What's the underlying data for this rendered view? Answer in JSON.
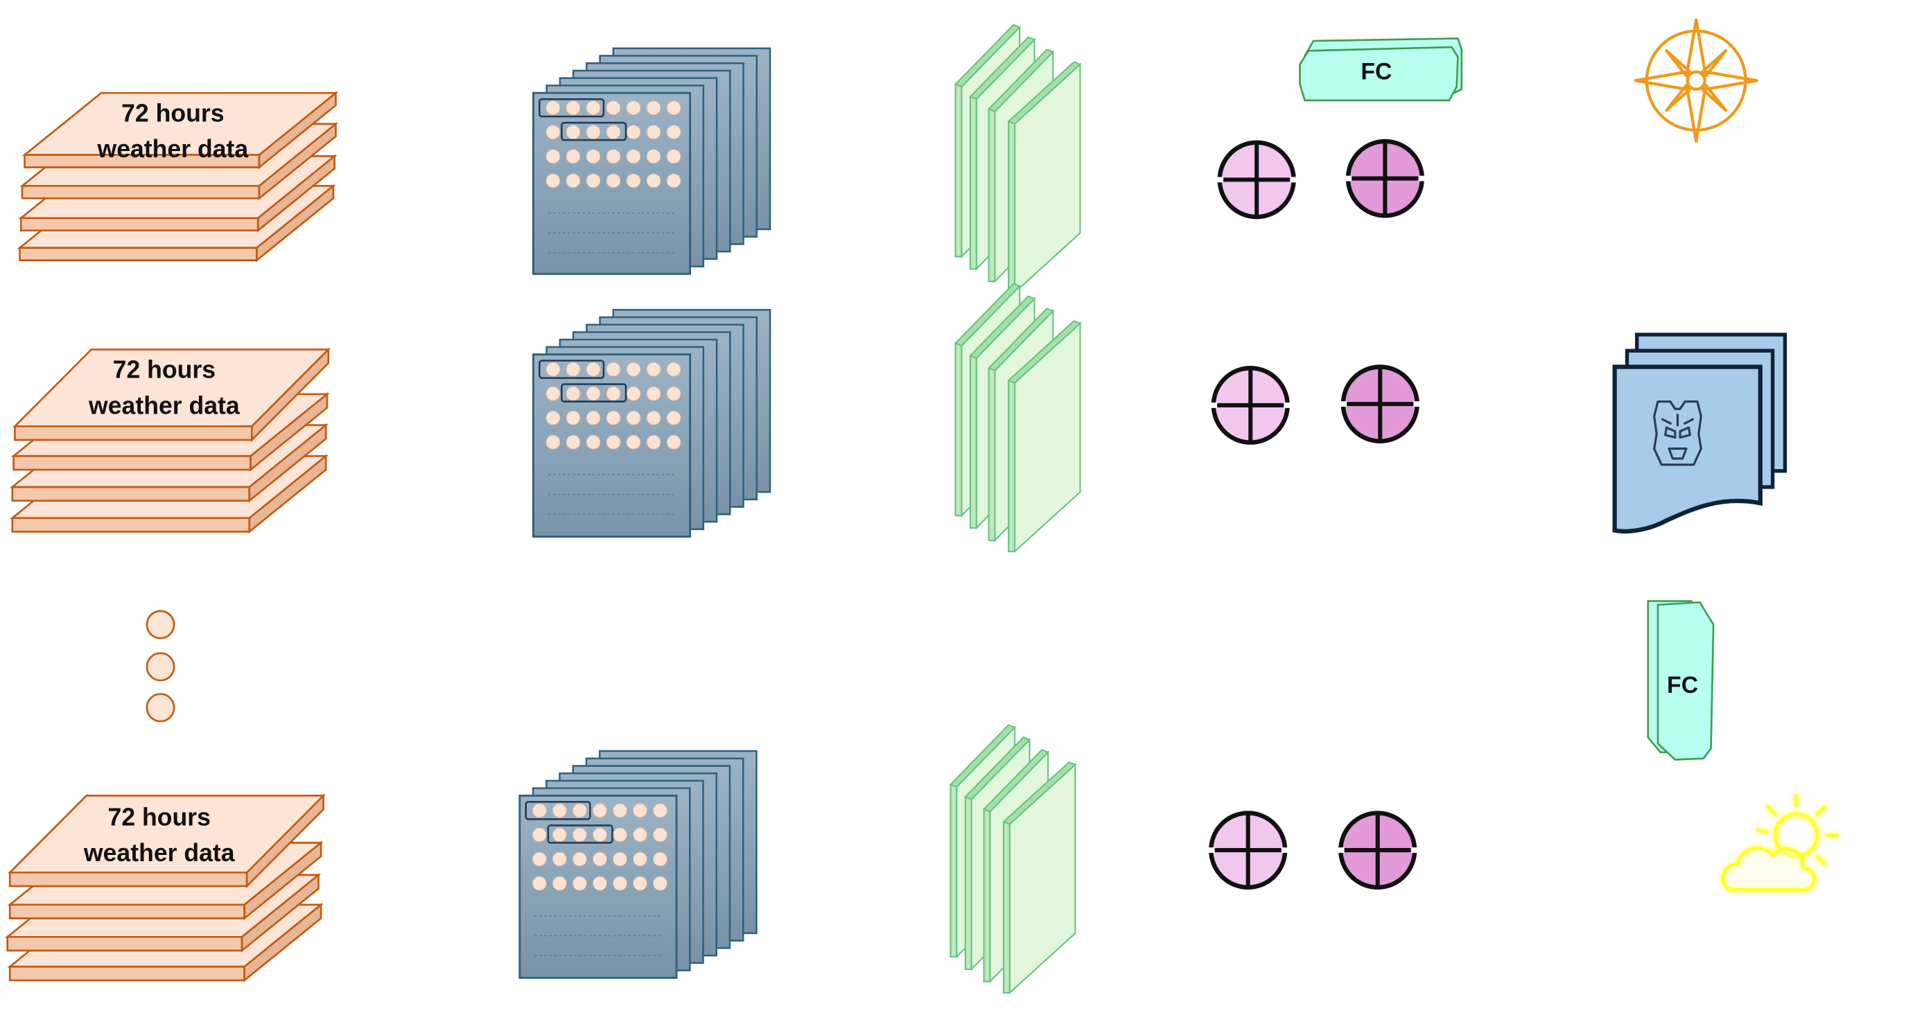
{
  "input_blocks": [
    {
      "line1": "72 hours",
      "line2": "weather data"
    },
    {
      "line1": "72 hours",
      "line2": "weather data"
    },
    {
      "line1": "72 hours",
      "line2": "weather data"
    }
  ],
  "fc_top": {
    "label": "FC"
  },
  "fc_side": {
    "label": "FC"
  },
  "icons": [
    "compass-icon",
    "transformer-doc-icon",
    "weather-sun-cloud-icon",
    "add-circle-icon",
    "ellipsis-dots-icon"
  ],
  "colors": {
    "slab_fill": "#fce4d6",
    "slab_stroke": "#c55a11",
    "matrix_fill": "#8aa4b8",
    "matrix_stroke": "#2e5f80",
    "green_fill": "#e2f6dc",
    "green_stroke": "#66c482",
    "fc_fill": "#b8fff0",
    "fc_stroke": "#3f9f4f",
    "plus_light": "#f2c7ee",
    "plus_dark": "#e29ad8",
    "compass": "#ef9a1a",
    "doc_fill": "#a8cbea",
    "doc_stroke": "#0d2338",
    "weather": "#ffff30"
  }
}
